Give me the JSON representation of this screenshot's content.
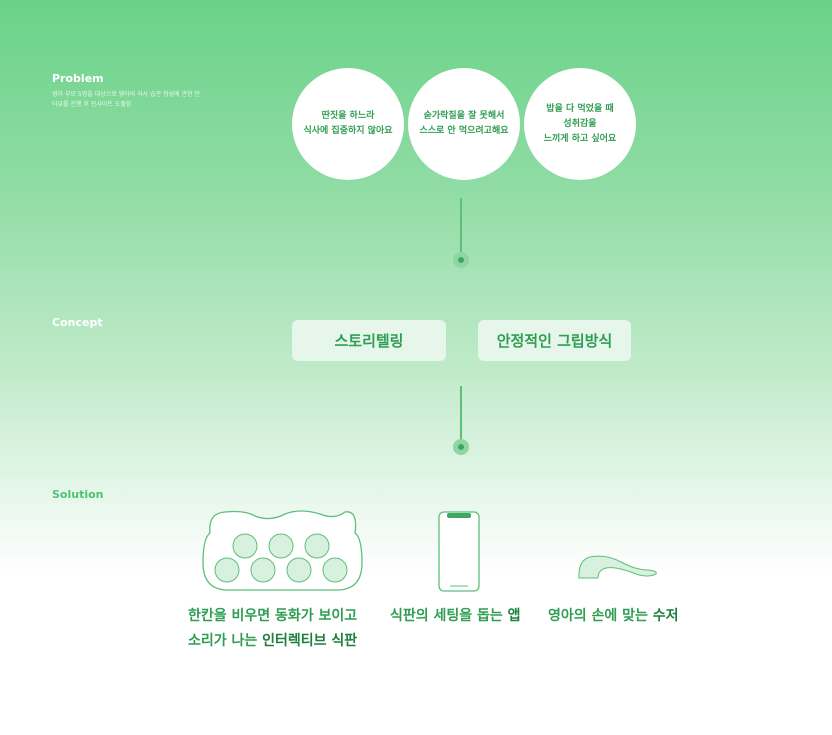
{
  "problem": {
    "label": "Problem",
    "description": "영아 부모 5명을 대상으로 영아의 식사 습관 형성에 관한 인터뷰를 진행 후 인사이트 도출함",
    "circles": [
      {
        "line1": "딴짓을 하느라",
        "line2": "식사에 집중하지 않아요"
      },
      {
        "line1": "숟가락질을 잘 못해서",
        "line2": "스스로 안 먹으려고해요"
      },
      {
        "line1": "밥을 다 먹었을 때",
        "line2": "성취감을",
        "line3": "느끼게 하고 싶어요"
      }
    ]
  },
  "concept": {
    "label": "Concept",
    "pills": [
      "스토리텔링",
      "안정적인 그립방식"
    ]
  },
  "solution": {
    "label": "Solution",
    "items": [
      {
        "line1": "한칸을 비우면 동화가 보이고",
        "line2a": "소리가 나는 ",
        "line2b": "인터렉티브 식판"
      },
      {
        "text": "식판의 세팅을 돕는 ",
        "bold": "앱"
      },
      {
        "text": "영아의 손에 맞는 ",
        "bold": "수저"
      }
    ]
  },
  "colors": {
    "accent": "#2f9e53",
    "top": "#6ad288"
  }
}
